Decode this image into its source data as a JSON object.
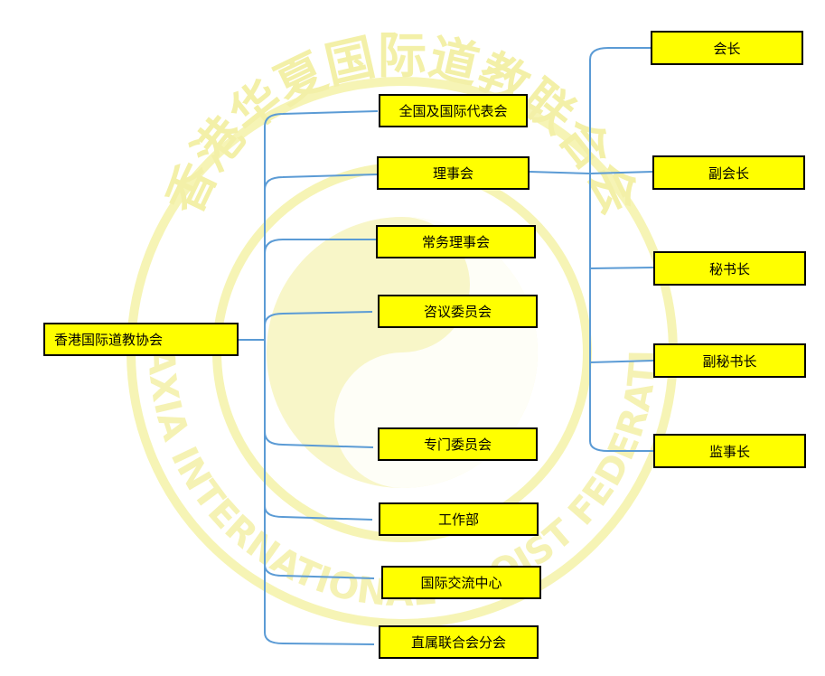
{
  "colors": {
    "box_fill": "#ffff00",
    "box_border": "#000000",
    "connector": "#5b9bd5",
    "watermark": "#f6f4b5"
  },
  "watermark": {
    "top_text": "香港华夏国际道教联合会",
    "bottom_text": "HUAXIA INTERNATIONAL TAOIST FEDERATION"
  },
  "root": {
    "label": "香港国际道教协会"
  },
  "branches": [
    {
      "label": "全国及国际代表会"
    },
    {
      "label": "理事会"
    },
    {
      "label": "常务理事会"
    },
    {
      "label": "咨议委员会"
    },
    {
      "label": "专门委员会"
    },
    {
      "label": "工作部"
    },
    {
      "label": "国际交流中心"
    },
    {
      "label": "直属联合会分会"
    }
  ],
  "council_roles": [
    {
      "label": "会长"
    },
    {
      "label": "副会长"
    },
    {
      "label": "秘书长"
    },
    {
      "label": "副秘书长"
    },
    {
      "label": "监事长"
    }
  ]
}
